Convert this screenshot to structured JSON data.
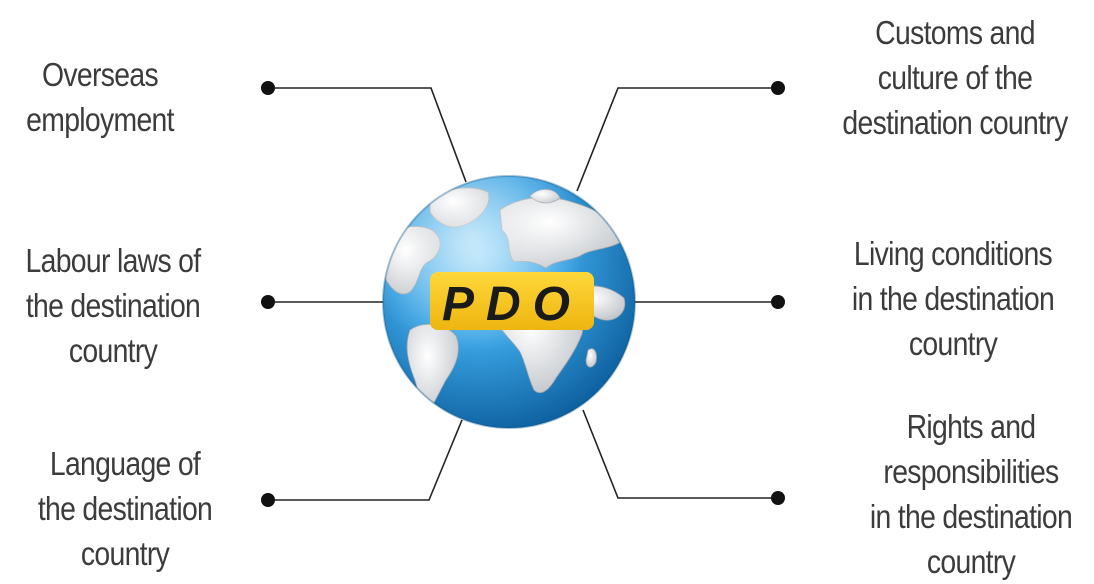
{
  "center_label": "PDO",
  "topics": {
    "top_left": [
      "Overseas",
      "employment"
    ],
    "middle_left": [
      "Labour laws of",
      "the destination",
      "country"
    ],
    "bottom_left": [
      "Language of",
      "the destination",
      "country"
    ],
    "top_right": [
      "Customs and",
      "culture of the",
      "destination country"
    ],
    "middle_right": [
      "Living conditions",
      "in the destination",
      "country"
    ],
    "bottom_right": [
      "Rights and",
      "responsibilities",
      "in the destination",
      "country"
    ]
  },
  "colors": {
    "text": "#3c3c3c",
    "connector": "#222222",
    "globe_ocean_light": "#4fb3ea",
    "globe_ocean_dark": "#0b5fa0",
    "land": "#e8e8e8",
    "badge": "#f7c51f",
    "badge_text": "#1a1a1a"
  }
}
